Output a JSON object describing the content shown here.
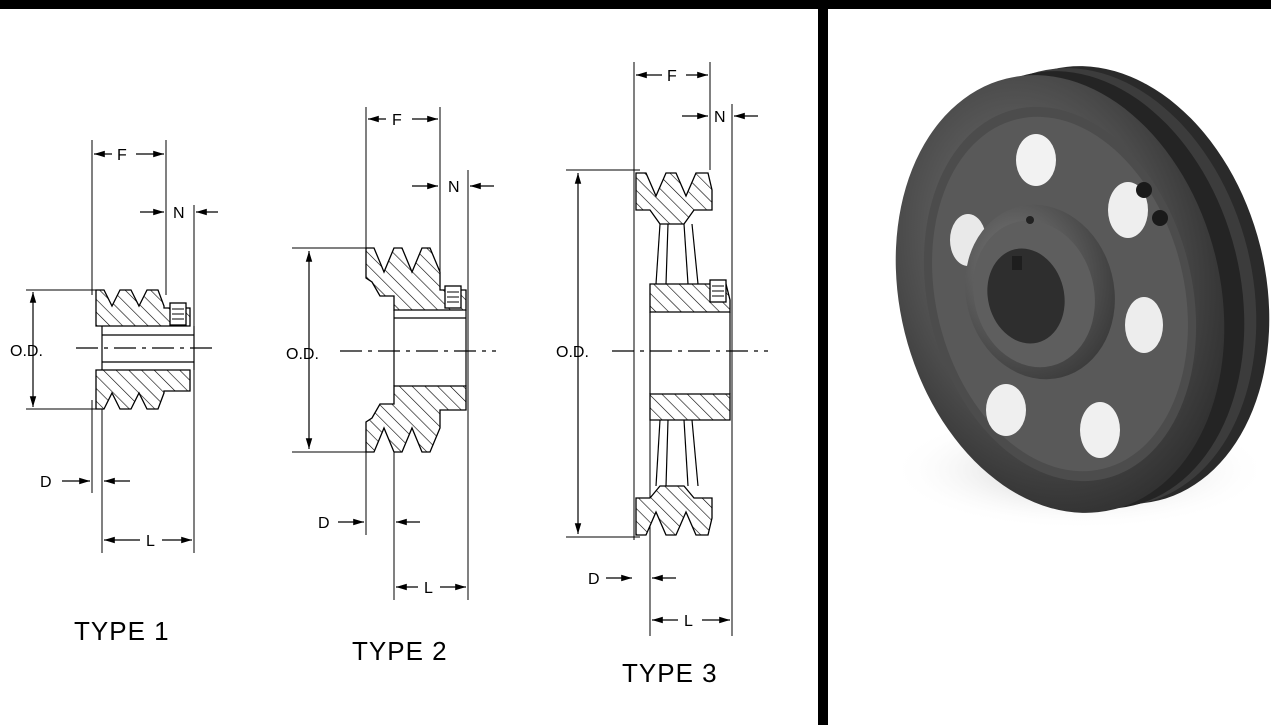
{
  "diagrams": [
    {
      "type_label": "TYPE  1",
      "dims": {
        "od": "O.D.",
        "f": "F",
        "n": "N",
        "d": "D",
        "l": "L"
      }
    },
    {
      "type_label": "TYPE  2",
      "dims": {
        "od": "O.D.",
        "f": "F",
        "n": "N",
        "d": "D",
        "l": "L"
      }
    },
    {
      "type_label": "TYPE  3",
      "dims": {
        "od": "O.D.",
        "f": "F",
        "n": "N",
        "d": "D",
        "l": "L"
      }
    }
  ],
  "photo": {
    "subject": "two-groove cast iron V-belt pulley"
  },
  "colors": {
    "frame": "#000000",
    "background": "#ffffff",
    "pulley_dark": "#3a3a3a",
    "pulley_light": "#6c6c6c"
  }
}
